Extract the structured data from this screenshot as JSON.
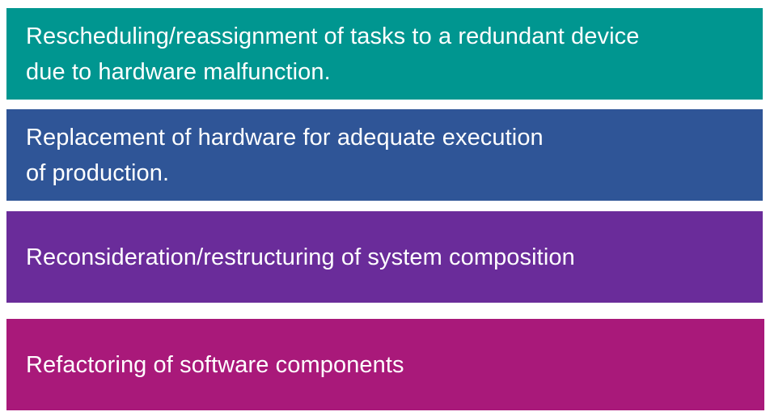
{
  "boxes": [
    {
      "text": "Rescheduling/reassignment of tasks to a redundant device\ndue to hardware malfunction.",
      "color": "#009690"
    },
    {
      "text": "Replacement of hardware for adequate execution\nof production.",
      "color": "#2F5597"
    },
    {
      "text": "Reconsideration/restructuring of system composition",
      "color": "#6A2C9A"
    },
    {
      "text": "Refactoring of software components",
      "color": "#A9197A"
    }
  ]
}
